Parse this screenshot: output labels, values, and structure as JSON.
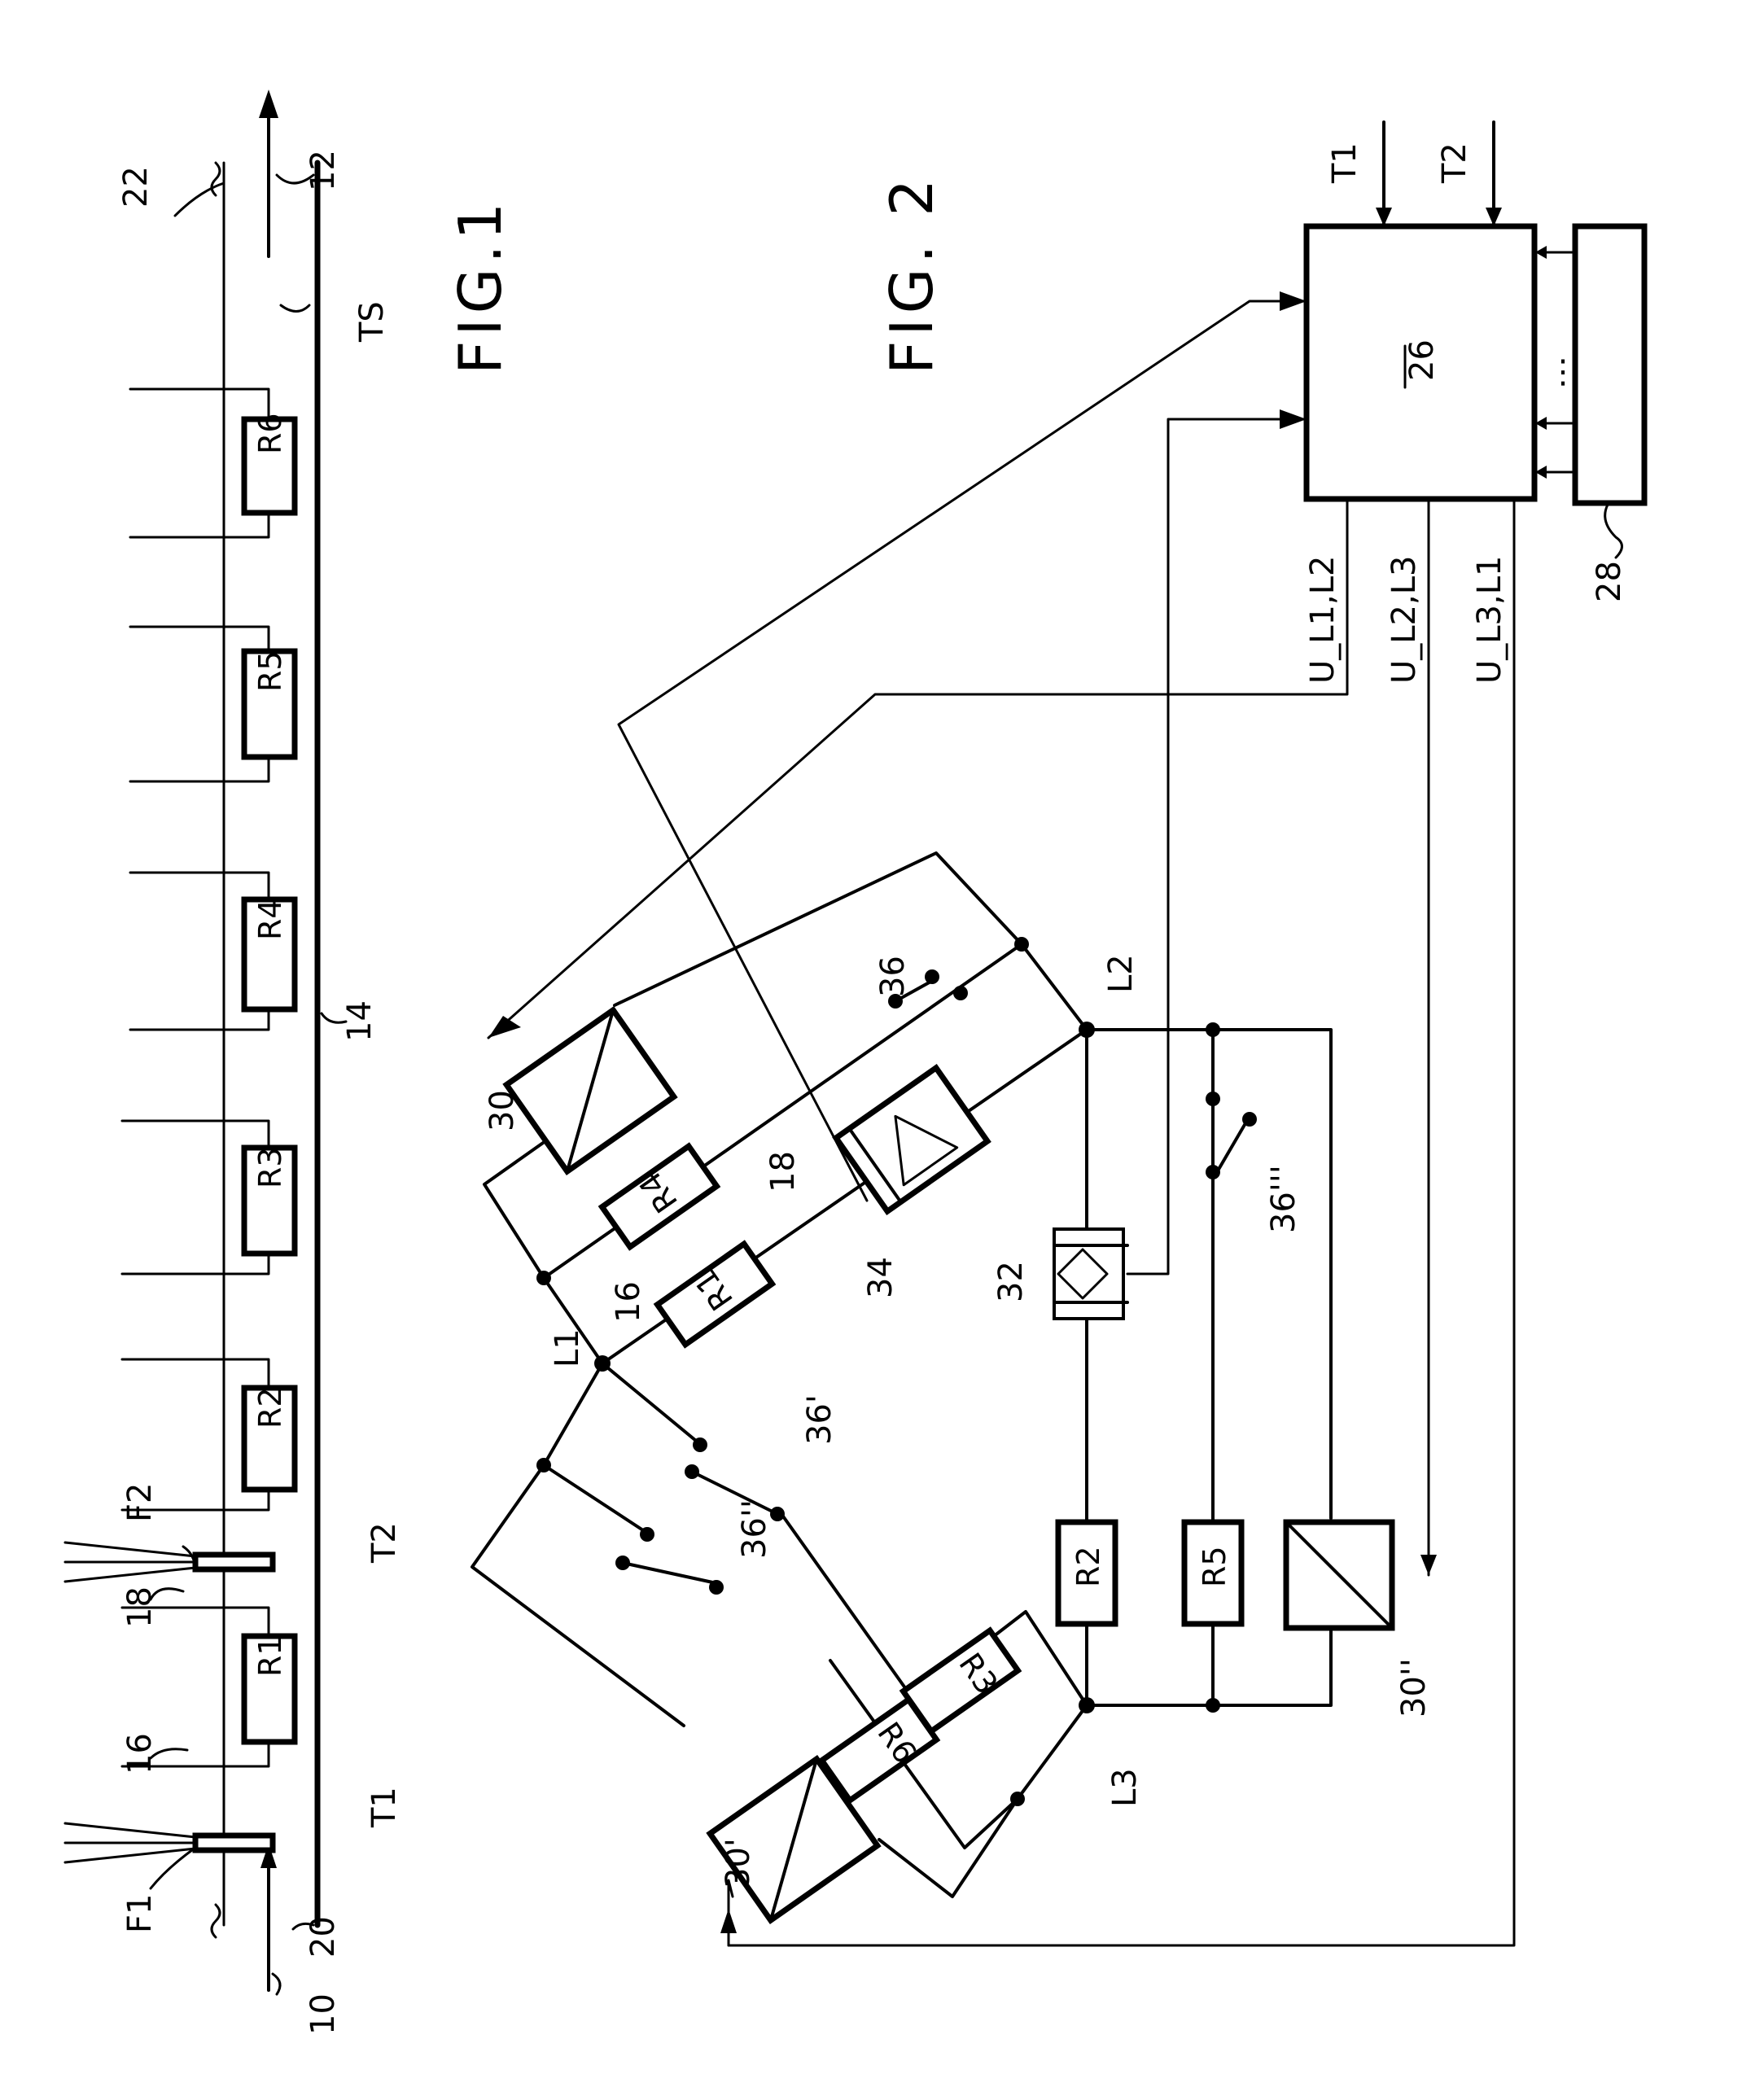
{
  "fig1": {
    "title": "FIG.1",
    "flow_in_ref": "10",
    "flow_out_ref": "12",
    "heater_ref": "14",
    "wire_refs": [
      "16",
      "18"
    ],
    "end_refs": [
      "20",
      "22"
    ],
    "resistors": [
      "R1",
      "R2",
      "R3",
      "R4",
      "R5",
      "R6"
    ],
    "sensors": [
      "F1",
      "F2"
    ],
    "temps": [
      "T1",
      "T2",
      "TS"
    ]
  },
  "fig2": {
    "title": "FIG. 2",
    "controller": {
      "ref": "26",
      "inputs": [
        "T1",
        "T2"
      ]
    },
    "memory_ref": "28",
    "voltage_labels": [
      "U_L1,L2",
      "U_L2,L3",
      "U_L3,L1"
    ],
    "phases": [
      "L1",
      "L2",
      "L3"
    ],
    "resistors": [
      "R1",
      "R2",
      "R3",
      "R4",
      "R5",
      "R6"
    ],
    "switch_refs": [
      "36",
      "36'",
      "36''",
      "36'''"
    ],
    "device_refs": [
      "30",
      "30'",
      "30''",
      "32",
      "34"
    ],
    "wire_refs": [
      "16",
      "18"
    ]
  }
}
